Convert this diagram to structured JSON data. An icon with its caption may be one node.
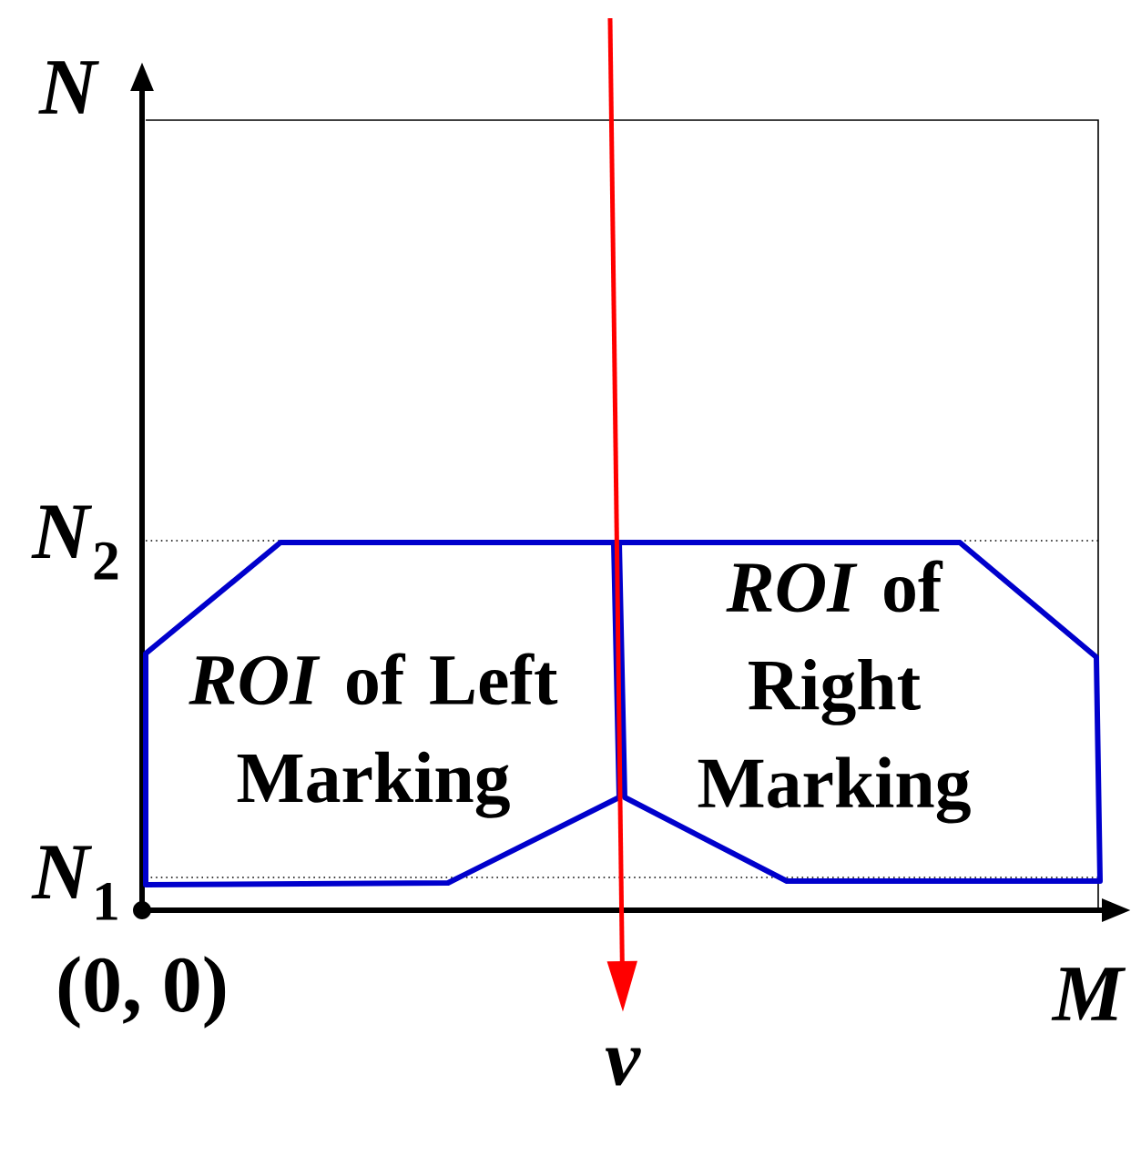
{
  "diagram": {
    "nodes": [
      {
        "text": [
          "*ROI* of Left Marking"
        ]
      },
      {
        "text": [
          "*ROI* of Right Marking"
        ]
      }
    ],
    "labels": [
      "*N*",
      "*N*$_{2}$",
      "*N*$_{1}$",
      "(0, 0)",
      "*M*",
      "*v*"
    ]
  }
}
